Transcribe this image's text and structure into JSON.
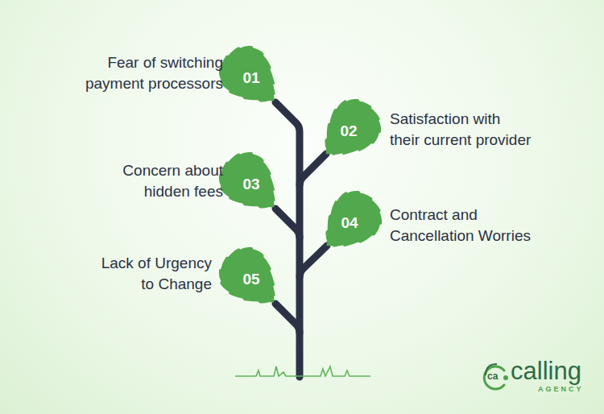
{
  "diagram": {
    "nodes": [
      {
        "text": [
          "01",
          "Fear of switching payment processors"
        ]
      },
      {
        "text": [
          "02",
          "Satisfaction with their current provider"
        ]
      },
      {
        "text": [
          "03",
          "Concern about hidden fees"
        ]
      },
      {
        "text": [
          "04",
          "Contract and Cancellation Worries"
        ]
      },
      {
        "text": [
          "05",
          "Lack of Urgency to Change"
        ]
      }
    ],
    "labels": [
      "ca",
      "calling",
      "AGENCY"
    ]
  }
}
